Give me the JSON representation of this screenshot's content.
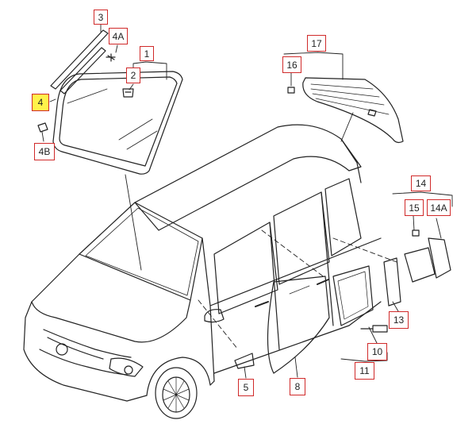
{
  "callouts": {
    "c1": "1",
    "c2": "2",
    "c3": "3",
    "c4": "4",
    "c4a": "4A",
    "c4b": "4B",
    "c5": "5",
    "c8": "8",
    "c10": "10",
    "c11": "11",
    "c13": "13",
    "c14": "14",
    "c14a": "14A",
    "c15": "15",
    "c16": "16",
    "c17": "17"
  },
  "highlighted_callout": "4",
  "colors": {
    "callout_border": "#d02a2a",
    "highlight_fill": "#fff34a",
    "line_art": "#222222"
  }
}
